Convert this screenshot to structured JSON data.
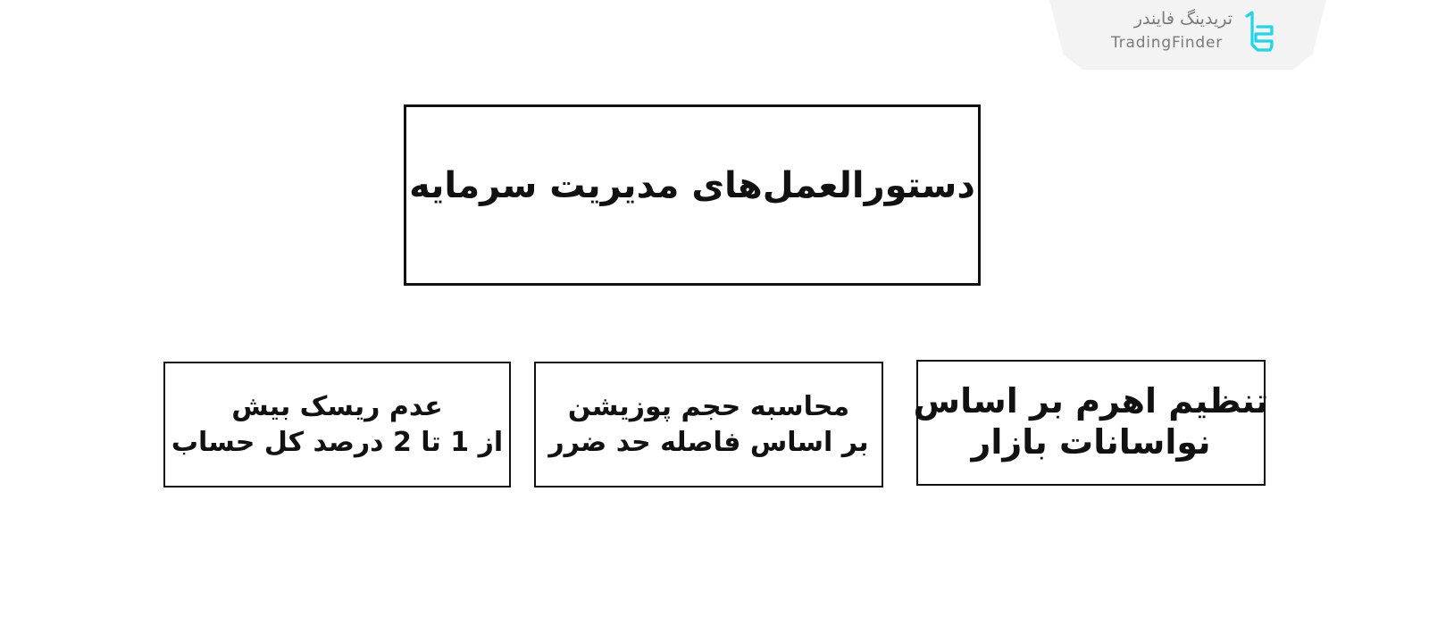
{
  "brand": {
    "name_fa": "تریدینگ فایندر",
    "name_en": "TradingFinder",
    "colors": {
      "accent": "#1fd6e8",
      "tab_bg": "#f3f3f3",
      "text": "#7a7a7a"
    }
  },
  "diagram": {
    "title": "دستورالعمل‌های مدیریت سرمایه",
    "boxes": [
      {
        "line1": "تنظیم اهرم بر اساس",
        "line2": "نواسانات بازار"
      },
      {
        "line1": "محاسبه حجم پوزیشن",
        "line2": "بر اساس فاصله حد ضرر"
      },
      {
        "line1": "عدم ریسک بیش",
        "line2": "از 1 تا 2 درصد کل حساب"
      }
    ]
  }
}
